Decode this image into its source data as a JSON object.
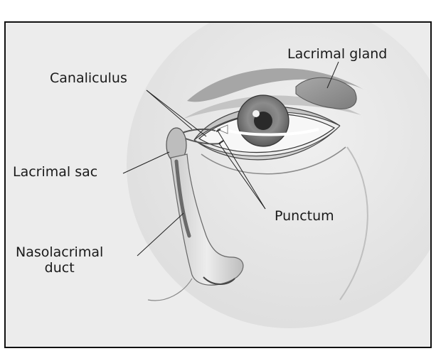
{
  "diagram": {
    "labels": {
      "lacrimal_gland": "Lacrimal gland",
      "canaliculus": "Canaliculus",
      "lacrimal_sac": "Lacrimal sac",
      "punctum": "Punctum",
      "nasolacrimal_duct_line1": "Nasolacrimal",
      "nasolacrimal_duct_line2": "duct"
    },
    "colors": {
      "background": "#ececec",
      "ink": "#1a1a1a",
      "frame": "#111111"
    }
  }
}
